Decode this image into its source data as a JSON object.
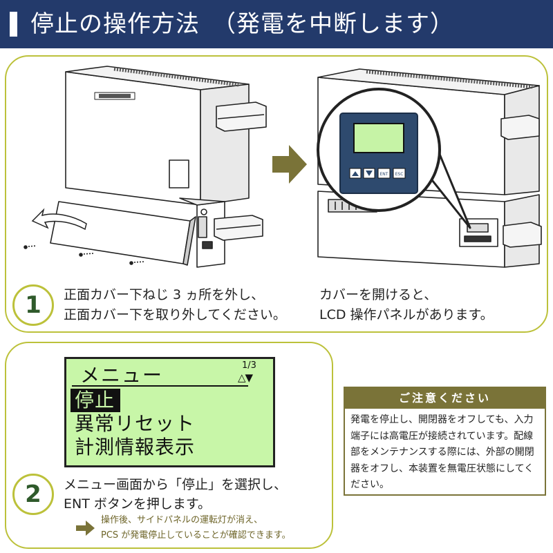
{
  "header": {
    "title": "停止の操作方法　（発電を中断します）"
  },
  "step1": {
    "number": "1",
    "left_text": [
      "正面カバー下ねじ 3 ヵ所を外し、",
      "正面カバー下を取り外してください。"
    ],
    "right_text": [
      "カバーを開けると、",
      "LCD 操作パネルがあります。"
    ],
    "panel_buttons": {
      "ent": "ENT",
      "esc": "ESC"
    }
  },
  "step2": {
    "number": "2",
    "lcd": {
      "title": "メニュー",
      "page": "1/3",
      "arrows": "△▼",
      "items": [
        "停止",
        "異常リセット",
        "計測情報表示"
      ]
    },
    "text": [
      "メニュー画面から「停止」を選択し、",
      "ENT ボタンを押します。"
    ],
    "note": [
      "操作後、サイドパネルの運転灯が消え、",
      "PCS が発電停止していることが確認できます。"
    ]
  },
  "caution": {
    "title": "ご注意ください",
    "body": "発電を停止し、開閉器をオフしても、入力端子には高電圧が接続されています。配線部をメンテナンスする際には、外部の開閉器をオフし、本装置を無電圧状態にしてください。"
  },
  "colors": {
    "header": "#233a6b",
    "panel_border": "#bcc13a",
    "lcd": "#c8f6a8",
    "caution": "#7a7338",
    "arrow": "#7a7338"
  }
}
